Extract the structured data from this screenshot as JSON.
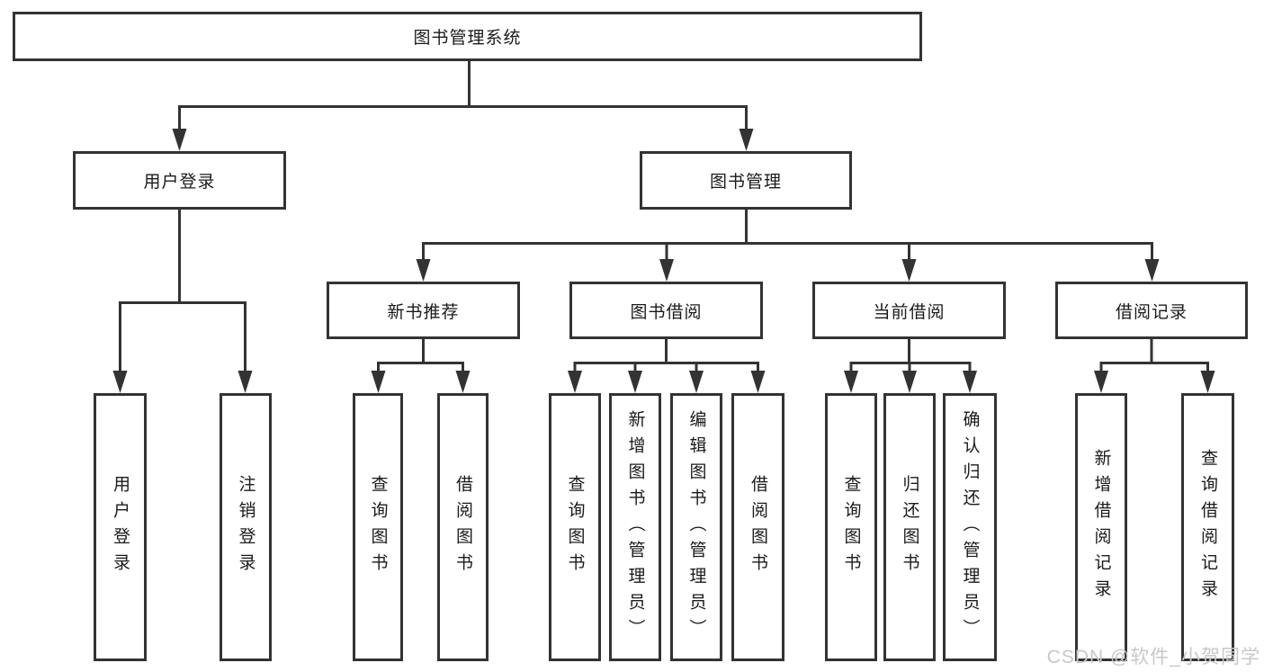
{
  "tree": {
    "root": {
      "label": "图书管理系统"
    },
    "branches": [
      {
        "label": "用户登录",
        "children": [
          {
            "label": "用户登录"
          },
          {
            "label": "注销登录"
          }
        ]
      },
      {
        "label": "图书管理",
        "children": [
          {
            "label": "新书推荐",
            "children": [
              {
                "label": "查询图书"
              },
              {
                "label": "借阅图书"
              }
            ]
          },
          {
            "label": "图书借阅",
            "children": [
              {
                "label": "查询图书"
              },
              {
                "label": "新增图书（管理员）"
              },
              {
                "label": "编辑图书（管理员）"
              },
              {
                "label": "借阅图书"
              }
            ]
          },
          {
            "label": "当前借阅",
            "children": [
              {
                "label": "查询图书"
              },
              {
                "label": "归还图书"
              },
              {
                "label": "确认归还（管理员）"
              }
            ]
          },
          {
            "label": "借阅记录",
            "children": [
              {
                "label": "新增借阅记录"
              },
              {
                "label": "查询借阅记录"
              }
            ]
          }
        ]
      }
    ]
  },
  "watermark": {
    "text": "CSDN @软件_小贺同学"
  },
  "colors": {
    "line": "#333333",
    "text": "#1a1a1a",
    "watermark": "#c8c8c8",
    "background": "#ffffff"
  }
}
